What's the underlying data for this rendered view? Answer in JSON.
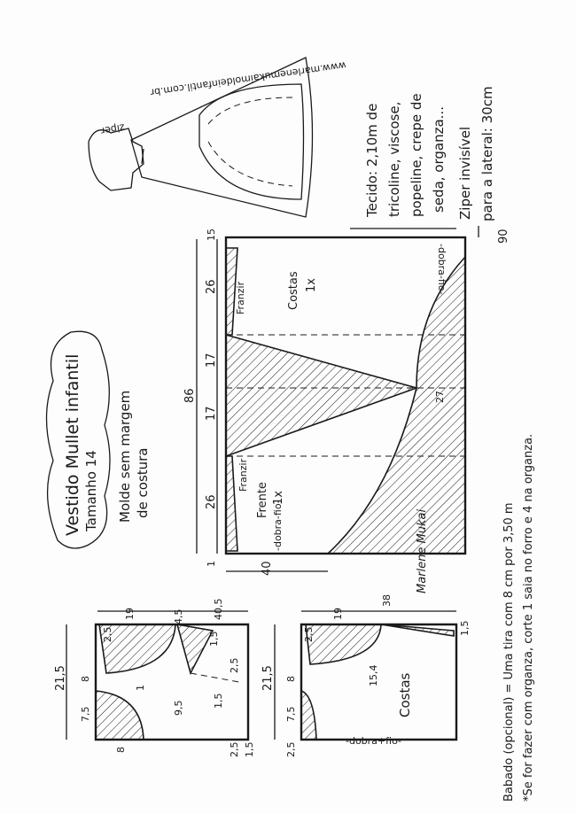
{
  "title": {
    "line1": "Vestido Mullet infantil",
    "line2": "Tamanho 14"
  },
  "subtitle": {
    "line1": "Molde sem margem",
    "line2": "de costura"
  },
  "website": "www.marlenemukaimoldeinfantil.com.br",
  "sketch_label": "ziper",
  "notes": {
    "fabric1": "Tecido: 2,10m de",
    "fabric2": "tricoline, viscose,",
    "fabric3": "popeline, crepe de",
    "fabric4": "seda, organza...",
    "zipper1": "Ziper invisível",
    "zipper2": "para a lateral: 30cm"
  },
  "skirt": {
    "width": "90",
    "height": "86",
    "segments": [
      "15",
      "26",
      "17",
      "17",
      "26",
      "1"
    ],
    "bottom": "40",
    "diag": "27",
    "back_label": "Costas",
    "back_qty": "1x",
    "front_label": "Frente",
    "front_qty": "1x",
    "gather": "Franzir",
    "fold_top": "-dobra-fio-",
    "fold_bottom": "-dobra-fio-"
  },
  "signature": "Marlene Mukai",
  "bodice_front": {
    "height": "21,5",
    "w1": "19",
    "w2": "40,5",
    "m1": "4,5",
    "m2": "2,5",
    "s1": "8",
    "s2": "7,5",
    "s3": "8",
    "s4": "2,5",
    "d1": "9,5",
    "d2": "1,5",
    "d3": "1",
    "d4": "2,5",
    "d5": "1,5",
    "d6": "1,5"
  },
  "bodice_back": {
    "height": "21,5",
    "w1": "19",
    "w2": "38",
    "m1": "2,5",
    "m2": "1,5",
    "s1": "8",
    "s2": "7,5",
    "s3": "2,5",
    "d1": "15,4",
    "label": "Costas",
    "fold": "-dobra+fio-"
  },
  "ruffle": {
    "line1": "Babado (opcional) = Uma tira com 8 cm por 3,50 m",
    "line2": "*Se for fazer com organza, corte 1 saia no forro e 4 na organza."
  }
}
